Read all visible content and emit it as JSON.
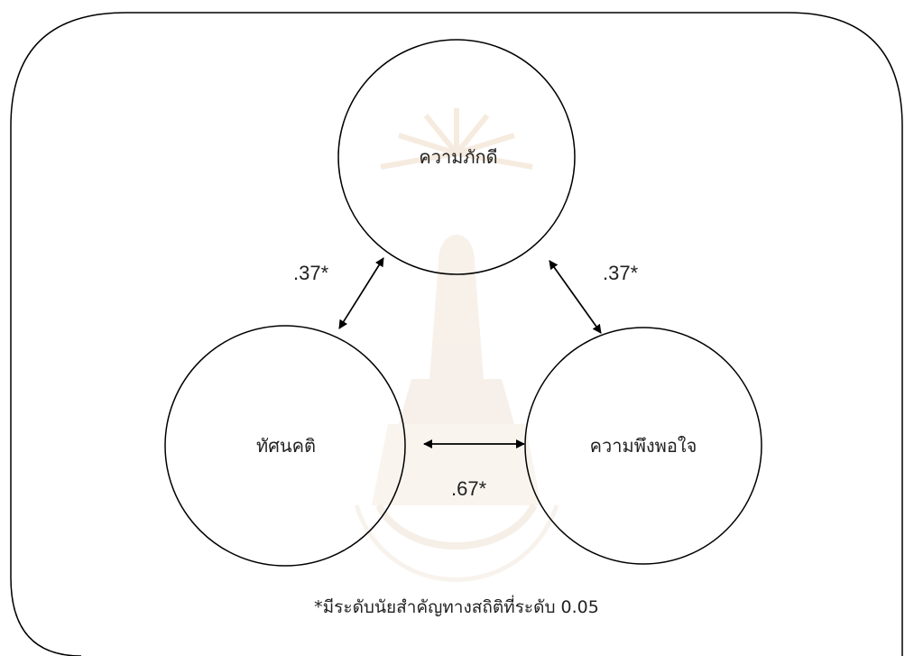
{
  "diagram": {
    "nodes": {
      "loyalty": "ความภักดี",
      "attitude": "ทัศนคติ",
      "satisfaction": "ความพึงพอใจ"
    },
    "edges": {
      "attitude_loyalty": ".37*",
      "loyalty_satisfaction": ".37*",
      "attitude_satisfaction": ".67*"
    },
    "footnote": "*มีระดับนัยสำคัญทางสถิติที่ระดับ 0.05"
  },
  "colors": {
    "stroke": "#000000",
    "text": "#222222",
    "watermark": "#e8c9a8"
  },
  "watermark_icon": "university-emblem-icon"
}
